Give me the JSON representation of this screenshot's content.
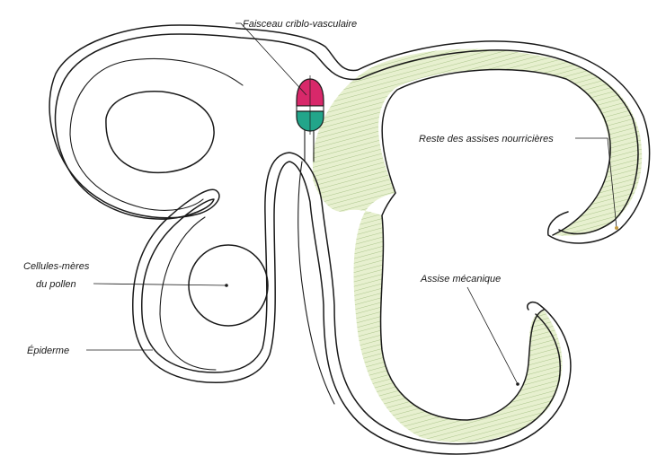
{
  "labels": {
    "faisceau": "Faisceau criblo-vasculaire",
    "reste": "Reste des assises nourricières",
    "cellules_line1": "Cellules-mères",
    "cellules_line2": "du pollen",
    "epiderme": "Épiderme",
    "assise": "Assise mécanique"
  },
  "colors": {
    "xylem": "#d8286a",
    "phloem": "#22a58a",
    "fibrous_layer": "#e7f0cf",
    "hatch": "#8fb06a",
    "outline": "#1a1a1a"
  }
}
